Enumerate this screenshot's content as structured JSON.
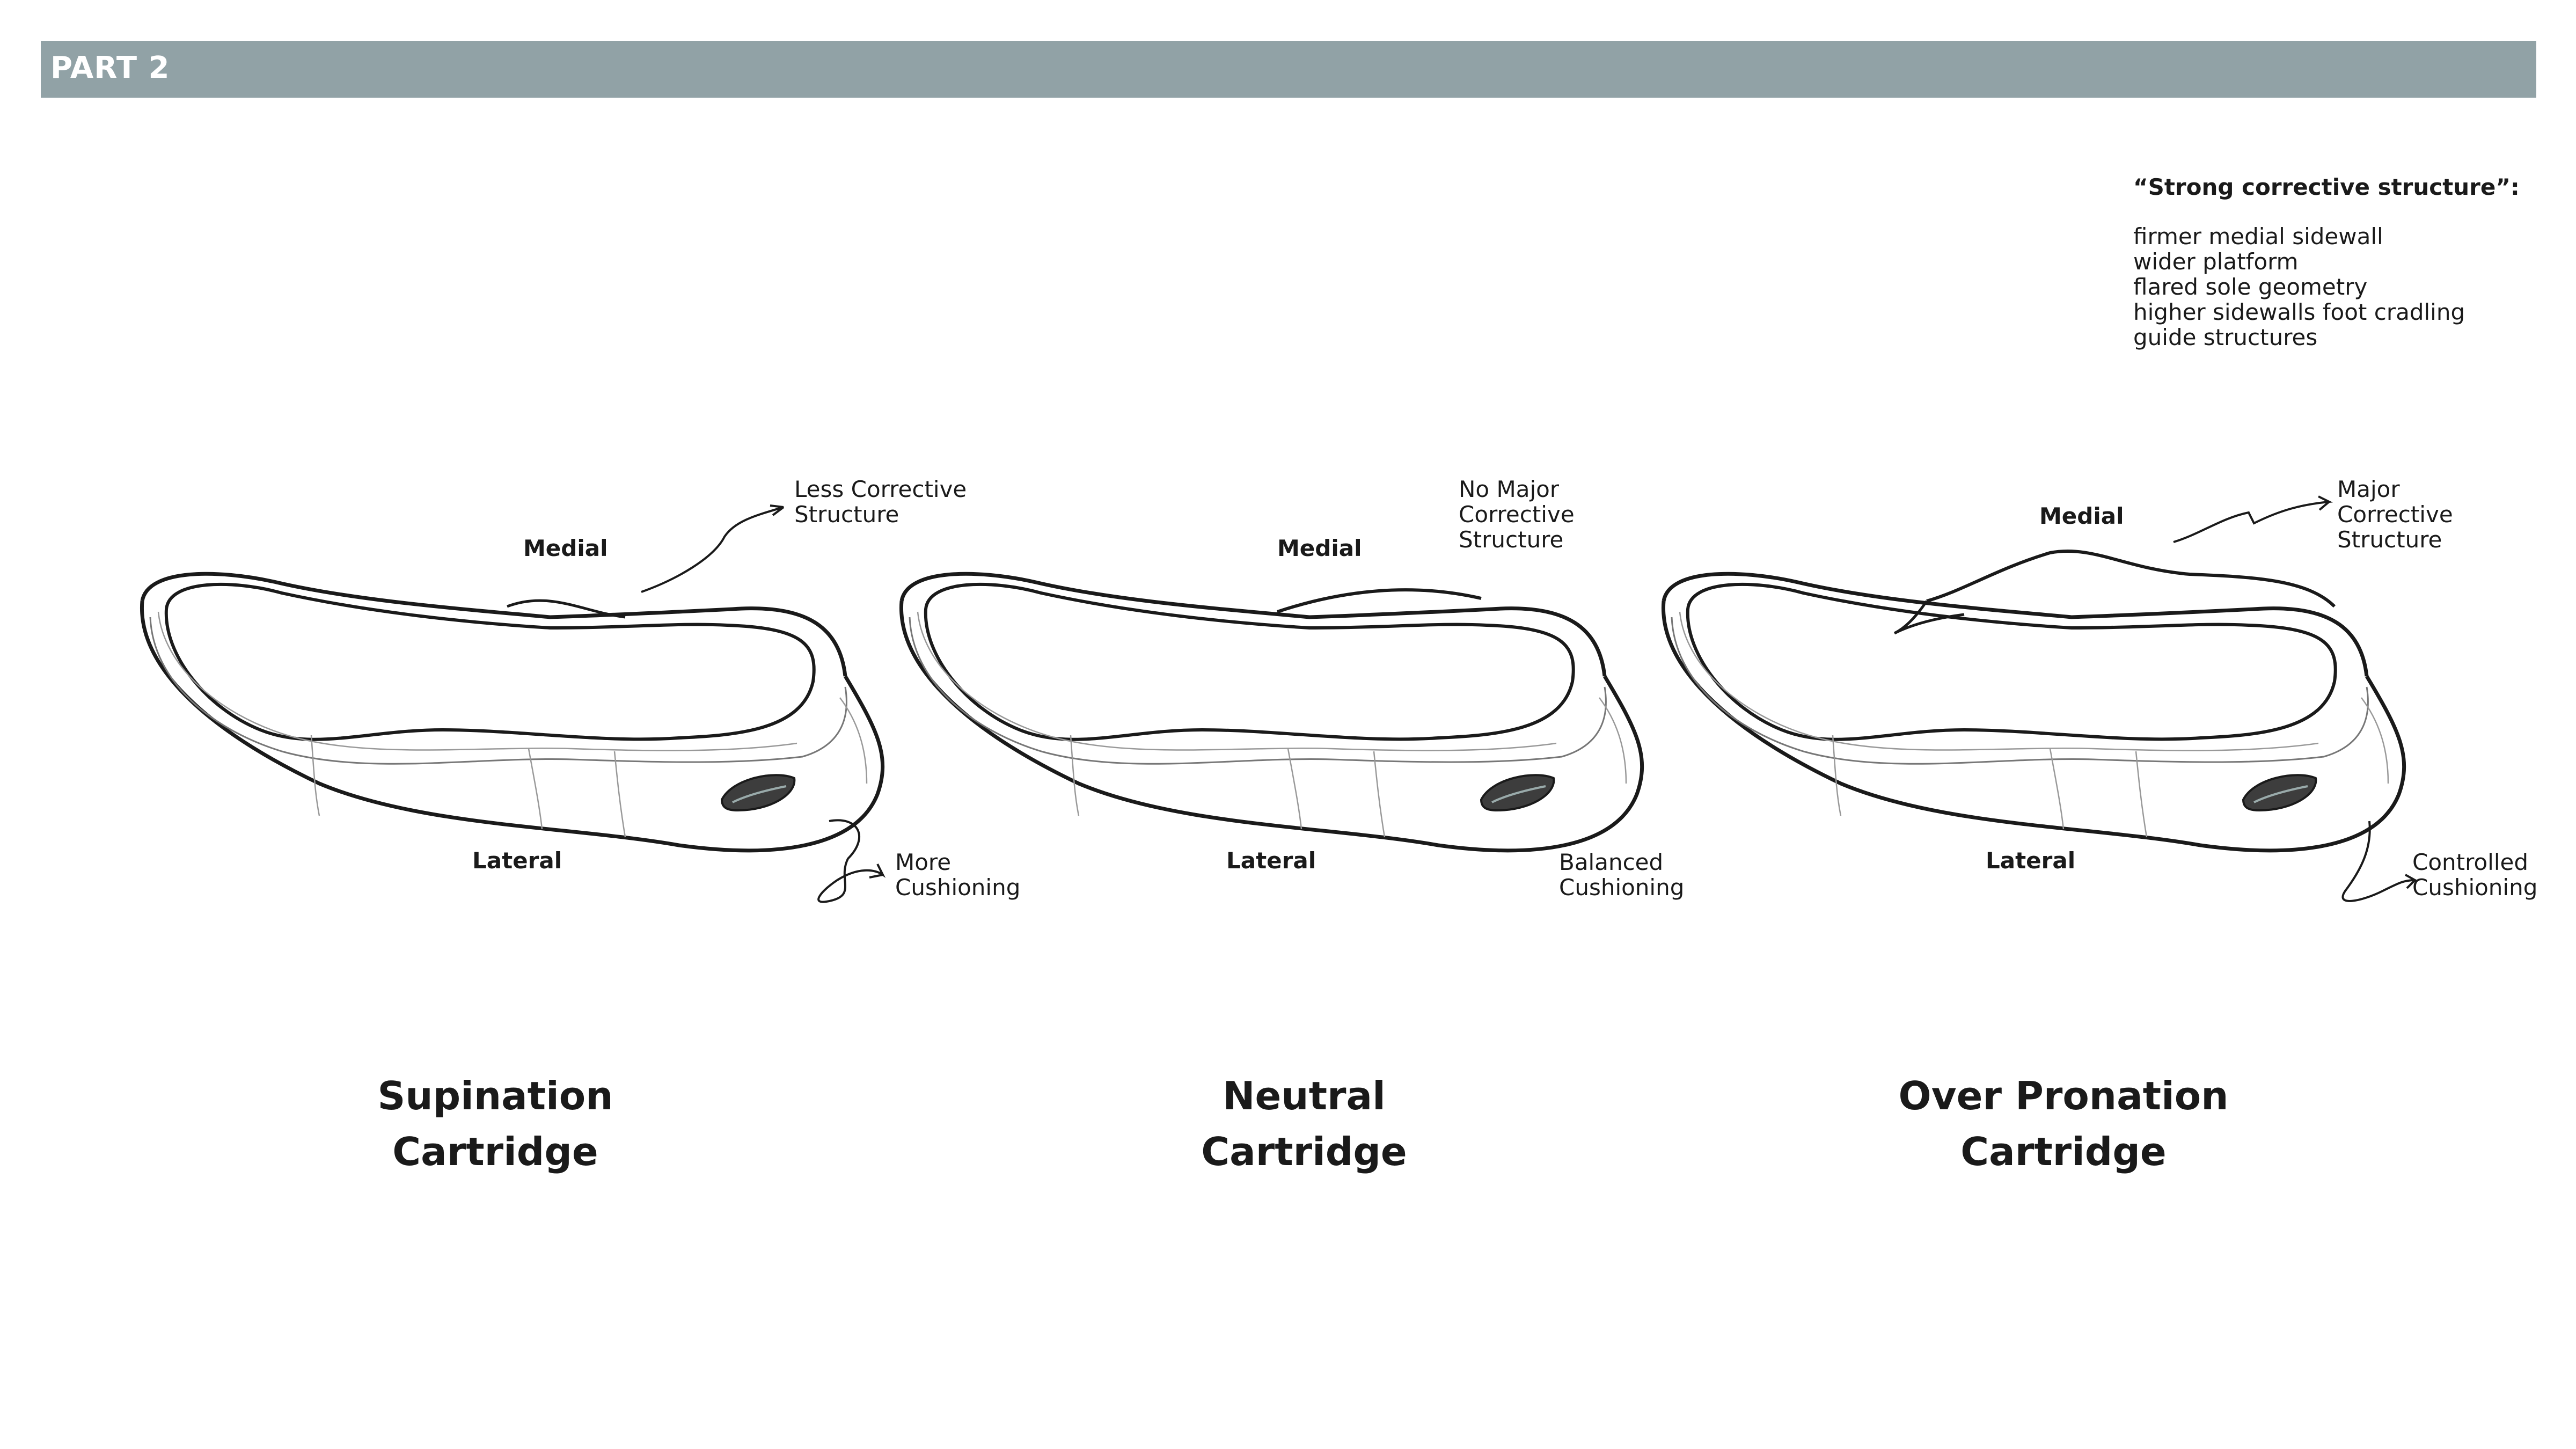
{
  "header": {
    "label": "PART 2"
  },
  "note": {
    "heading": "“Strong corrective structure”:",
    "items": [
      "firmer medial sidewall",
      "wider platform",
      "flared sole geometry",
      "higher sidewalls foot cradling",
      "guide structures"
    ]
  },
  "cartridges": [
    {
      "medial": "Medial",
      "lateral": "Lateral",
      "top_callout": [
        "Less Corrective",
        "Structure"
      ],
      "bottom_callout": [
        "More",
        "Cushioning"
      ],
      "title": [
        "Supination",
        "Cartridge"
      ]
    },
    {
      "medial": "Medial",
      "lateral": "Lateral",
      "top_callout": [
        "No Major",
        "Corrective",
        "Structure"
      ],
      "bottom_callout": [
        "Balanced",
        "Cushioning"
      ],
      "title": [
        "Neutral",
        "Cartridge"
      ]
    },
    {
      "medial": "Medial",
      "lateral": "Lateral",
      "top_callout": [
        "Major",
        "Corrective",
        "Structure"
      ],
      "bottom_callout": [
        "Controlled",
        "Cushioning"
      ],
      "title": [
        "Over Pronation",
        "Cartridge"
      ]
    }
  ]
}
